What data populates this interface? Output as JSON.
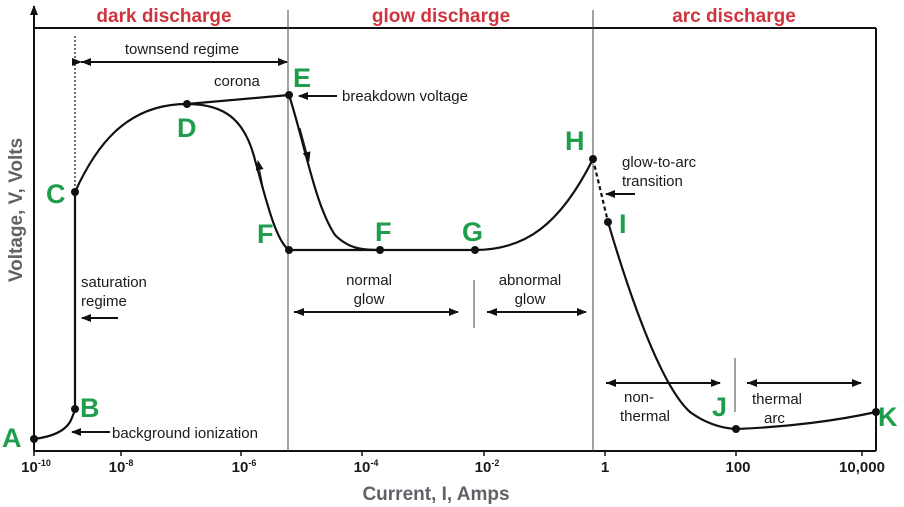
{
  "regions": {
    "dark": "dark discharge",
    "glow": "glow discharge",
    "arc": "arc discharge"
  },
  "annotations": {
    "townsend": "townsend regime",
    "corona": "corona",
    "breakdown": "breakdown voltage",
    "saturation_1": "saturation",
    "saturation_2": "regime",
    "background": "background ionization",
    "normal_1": "normal",
    "normal_2": "glow",
    "abnormal_1": "abnormal",
    "abnormal_2": "glow",
    "glow_to_arc_1": "glow-to-arc",
    "glow_to_arc_2": "transition",
    "nonthermal_1": "non-",
    "nonthermal_2": "thermal",
    "thermal_1": "thermal",
    "thermal_2": "arc"
  },
  "points": {
    "A": "A",
    "B": "B",
    "C": "C",
    "D": "D",
    "E": "E",
    "F1": "F",
    "F2": "F",
    "G": "G",
    "H": "H",
    "I": "I",
    "J": "J",
    "K": "K"
  },
  "axes": {
    "x_label": "Current, I, Amps",
    "y_label": "Voltage, V, Volts",
    "ticks": {
      "t1_base": "10",
      "t1_exp": "-10",
      "t2_base": "10",
      "t2_exp": "-8",
      "t3_base": "10",
      "t3_exp": "-6",
      "t4_base": "10",
      "t4_exp": "-4",
      "t5_base": "10",
      "t5_exp": "-2",
      "t6": "1",
      "t7": "100",
      "t8": "10,000"
    }
  },
  "colors": {
    "region_title": "#d0343f",
    "point_label": "#1e9e4c",
    "axis_label": "#5f6368"
  }
}
